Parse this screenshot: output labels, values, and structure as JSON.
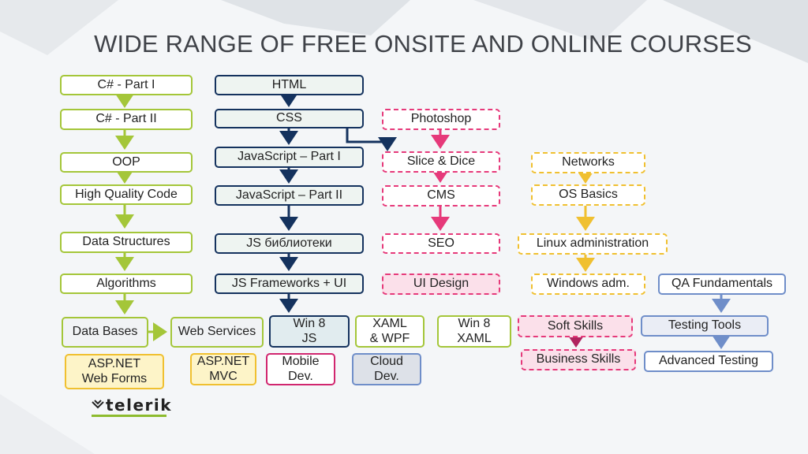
{
  "title": "WIDE RANGE OF FREE ONSITE AND ONLINE COURSES",
  "courses": {
    "csharp1": "C# - Part I",
    "csharp2": "C# - Part II",
    "oop": "OOP",
    "hqc": "High Quality Code",
    "ds": "Data Structures",
    "algo": "Algorithms",
    "databases": "Data Bases",
    "webservices": "Web Services",
    "aspnet_wf": "ASP.NET\nWeb Forms",
    "aspnet_mvc": "ASP.NET\nMVC",
    "html": "HTML",
    "css": "CSS",
    "js1": "JavaScript – Part I",
    "js2": "JavaScript – Part II",
    "jslib": "JS библиотеки",
    "jsfw": "JS Frameworks + UI",
    "win8js": "Win 8\nJS",
    "mobile": "Mobile\nDev.",
    "xaml_wpf": "XAML\n& WPF",
    "cloud": "Cloud\nDev.",
    "win8xaml": "Win 8\nXAML",
    "photoshop": "Photoshop",
    "slice": "Slice & Dice",
    "cms": "CMS",
    "seo": "SEO",
    "uidesign": "UI Design",
    "networks": "Networks",
    "osbasics": "OS Basics",
    "linux": "Linux administration",
    "windows": "Windows adm.",
    "qa": "QA Fundamentals",
    "testingtools": "Testing Tools",
    "advtesting": "Advanced Testing",
    "softskills": "Soft Skills",
    "bizskills": "Business Skills"
  },
  "logo": {
    "text": "telerik"
  },
  "colors": {
    "green": "#a4c639",
    "navy": "#14325e",
    "pink": "#e6397a",
    "yellow": "#f0c030",
    "blue": "#6f8ec9"
  }
}
